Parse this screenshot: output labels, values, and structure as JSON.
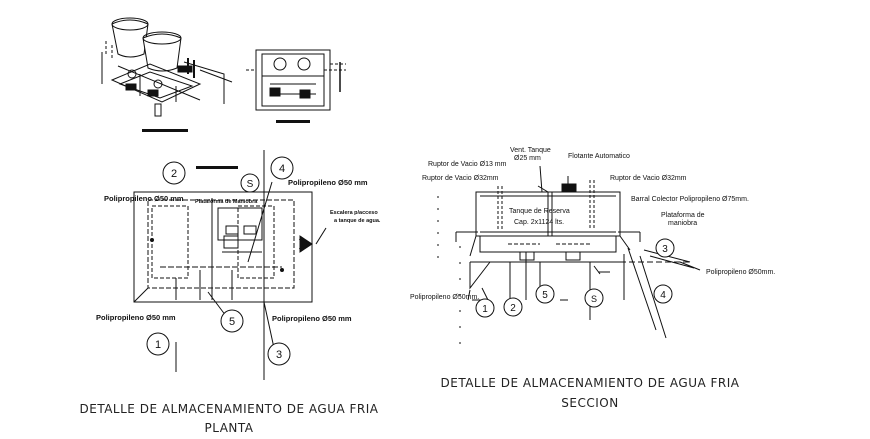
{
  "plan": {
    "callouts": [
      "1",
      "2",
      "3",
      "4",
      "5",
      "S"
    ],
    "labels": {
      "pipe_top_left": "Polipropileno Ø50 mm",
      "pipe_top_right": "Polipropileno Ø50 mm",
      "pipe_bottom_left": "Polipropileno Ø50 mm",
      "pipe_bottom_right": "Polipropileno Ø50 mm",
      "platform": "Plataforma de Maniobra",
      "ladder_line1": "Escalera p/acceso",
      "ladder_line2": "a tanque de agua."
    },
    "caption_line1": "DETALLE DE ALMACENAMIENTO DE AGUA FRIA",
    "caption_line2": "PLANTA"
  },
  "section": {
    "callouts": [
      "1",
      "2",
      "3",
      "4",
      "5",
      "S"
    ],
    "labels": {
      "vent_line1": "Vent. Tanque",
      "vent_line2": "Ø25 mm",
      "float": "Flotante Automatico",
      "breaker13": "Ruptor de Vacio Ø13 mm",
      "breaker32_left": "Ruptor de Vacio Ø32mm",
      "breaker32_right": "Ruptor de Vacio Ø32mm",
      "collector": "Barral Colector Polipropileno Ø75mm.",
      "platform_line1": "Plataforma de",
      "platform_line2": "maniobra",
      "reserve_line1": "Tanque de Reserva",
      "reserve_line2": "Cap. 2x1124 lts.",
      "pipe_left": "Polipropileno Ø50mm.",
      "pipe_right": "Polipropileno Ø50mm."
    },
    "caption_line1": "DETALLE DE ALMACENAMIENTO DE AGUA FRIA",
    "caption_line2": "SECCION"
  }
}
